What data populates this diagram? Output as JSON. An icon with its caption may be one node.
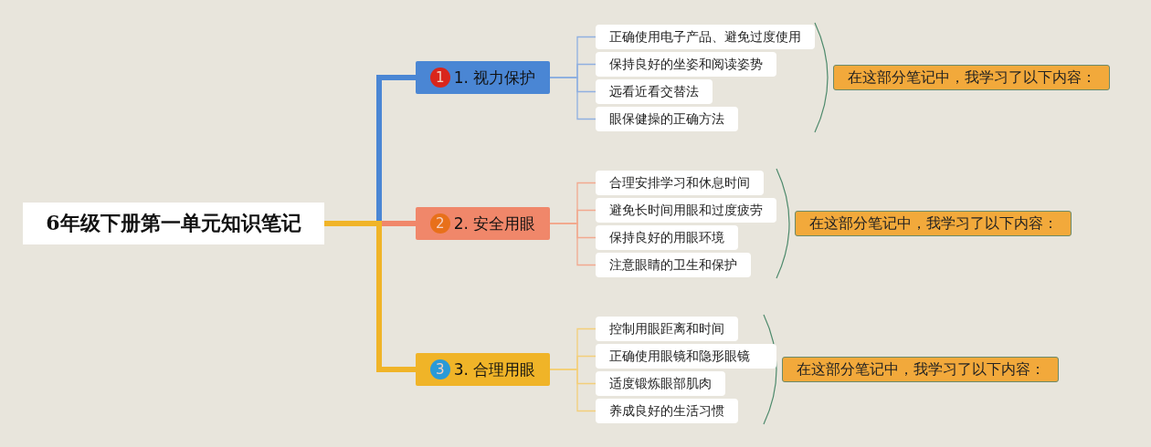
{
  "diagram": {
    "nodes": [
      {
        "text": [
          "6年级下册第一单元知识笔记"
        ]
      },
      {
        "text": [
          "1",
          "1. 视力保护"
        ]
      },
      {
        "text": [
          "正确使用电子产品、避免过度使用"
        ]
      },
      {
        "text": [
          "保持良好的坐姿和阅读姿势"
        ]
      },
      {
        "text": [
          "远看近看交替法"
        ]
      },
      {
        "text": [
          "眼保健操的正确方法"
        ]
      },
      {
        "text": [
          "在这部分笔记中，我学习了以下内容："
        ]
      },
      {
        "text": [
          "2",
          "2. 安全用眼"
        ]
      },
      {
        "text": [
          "合理安排学习和休息时间"
        ]
      },
      {
        "text": [
          "避免长时间用眼和过度疲劳"
        ]
      },
      {
        "text": [
          "保持良好的用眼环境"
        ]
      },
      {
        "text": [
          "注意眼睛的卫生和保护"
        ]
      },
      {
        "text": [
          "在这部分笔记中，我学习了以下内容："
        ]
      },
      {
        "text": [
          "3",
          "3. 合理用眼"
        ]
      },
      {
        "text": [
          "控制用眼距离和时间"
        ]
      },
      {
        "text": [
          "正确使用眼镜和隐形眼镜"
        ]
      },
      {
        "text": [
          "适度锻炼眼部肌肉"
        ]
      },
      {
        "text": [
          "养成良好的生活习惯"
        ]
      },
      {
        "text": [
          "在这部分笔记中，我学习了以下内容："
        ]
      }
    ],
    "edges": [
      {
        "from": 0,
        "to": 1,
        "arrow": "none",
        "style": "thick",
        "color": "#4a86d4"
      },
      {
        "from": 0,
        "to": 7,
        "arrow": "none",
        "style": "thick",
        "color": "#f0876a"
      },
      {
        "from": 0,
        "to": 13,
        "arrow": "none",
        "style": "thick",
        "color": "#f0b428"
      },
      {
        "from": 1,
        "to": 2,
        "arrow": "none",
        "color": "#8fb0e0"
      },
      {
        "from": 1,
        "to": 3,
        "arrow": "none",
        "color": "#8fb0e0"
      },
      {
        "from": 1,
        "to": 4,
        "arrow": "none",
        "color": "#8fb0e0"
      },
      {
        "from": 1,
        "to": 5,
        "arrow": "none",
        "color": "#8fb0e0"
      },
      {
        "from": 7,
        "to": 8,
        "arrow": "none",
        "color": "#f2a98f"
      },
      {
        "from": 7,
        "to": 9,
        "arrow": "none",
        "color": "#f2a98f"
      },
      {
        "from": 7,
        "to": 10,
        "arrow": "none",
        "color": "#f2a98f"
      },
      {
        "from": 7,
        "to": 11,
        "arrow": "none",
        "color": "#f2a98f"
      },
      {
        "from": 13,
        "to": 14,
        "arrow": "none",
        "color": "#f3cf7a"
      },
      {
        "from": 13,
        "to": 15,
        "arrow": "none",
        "color": "#f3cf7a"
      },
      {
        "from": 13,
        "to": 16,
        "arrow": "none",
        "color": "#f3cf7a"
      },
      {
        "from": 13,
        "to": 17,
        "arrow": "none",
        "color": "#f3cf7a"
      }
    ]
  }
}
